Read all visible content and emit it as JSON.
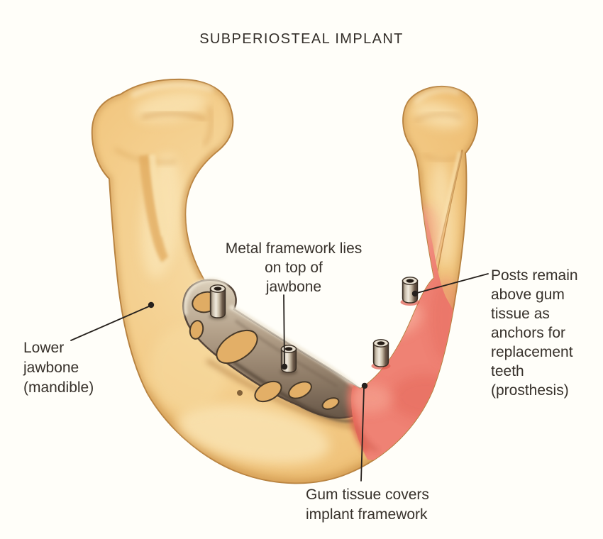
{
  "figure": {
    "title": "SUBPERIOSTEAL IMPLANT",
    "kind": "medical illustration",
    "subject": "Lower jaw (mandible) with a subperiosteal dental implant: metal framework on the bone, posts protruding through gum tissue"
  },
  "labels": {
    "metal_framework": {
      "lines": [
        "Metal framework lies",
        "on top of",
        "jawbone"
      ]
    },
    "posts": {
      "lines": [
        "Posts remain",
        "above gum",
        "tissue as",
        "anchors for",
        "replacement",
        "teeth",
        "(prosthesis)"
      ]
    },
    "lower_jawbone": {
      "lines": [
        "Lower",
        "jawbone",
        "(mandible)"
      ]
    },
    "gum_tissue": {
      "lines": [
        "Gum tissue covers",
        "implant framework"
      ]
    }
  },
  "illustration": {
    "visible_posts": 4,
    "posts_on_bare_framework": 2,
    "posts_above_gum": 2
  },
  "colors": {
    "background": "#fffef9",
    "text": "#37312b",
    "leader_line": "#26211d",
    "bone": "#f3ca86",
    "bone_highlight": "#fae7bd",
    "bone_shadow": "#d29a55",
    "bone_outline": "#b5813f",
    "metal_frame": "#a6937e",
    "metal_highlight": "#ece3d1",
    "metal_shadow": "#56463a",
    "gum_tissue": "#f08475",
    "gum_shadow": "#e05c4e",
    "gum_highlight": "#f9b7a5"
  }
}
